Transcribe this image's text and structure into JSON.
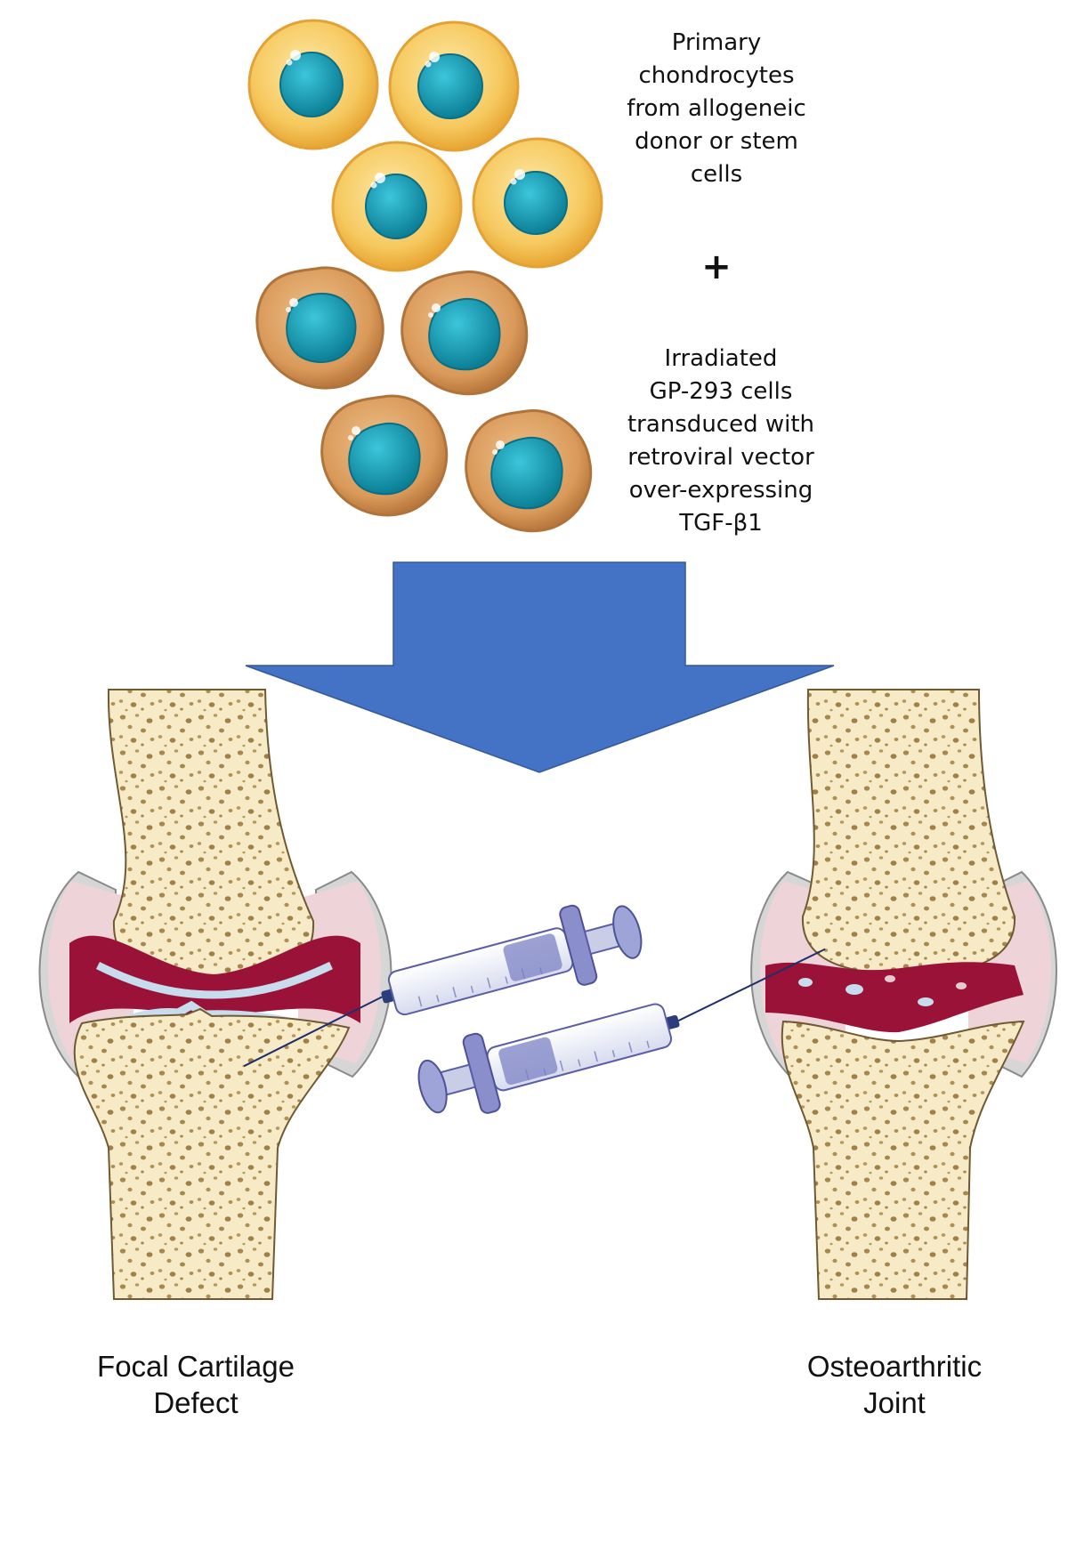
{
  "labels": {
    "chondrocytes": [
      "Primary",
      "chondrocytes",
      "from allogeneic",
      "donor or stem",
      "cells"
    ],
    "plus": "+",
    "gp293": [
      "Irradiated",
      "GP-293 cells",
      "transduced with",
      "retroviral vector",
      "over-expressing",
      "TGF-β1"
    ],
    "focal_defect": [
      "Focal Cartilage",
      "Defect"
    ],
    "osteoarthritic": [
      "Osteoarthritic",
      "Joint"
    ]
  },
  "colors": {
    "chondrocyte_cytoplasm": "#f4c35a",
    "chondrocyte_rim": "#e9a93a",
    "nucleus": "#1aa6bf",
    "nucleus_dark": "#0f7f95",
    "gp293_cytoplasm": "#dca468",
    "gp293_rim": "#b9793d",
    "arrow": "#4472c4",
    "bone": "#f6ebc6",
    "bone_pore": "#a8874f",
    "synovium": "#e8cdd3",
    "capsule": "#c9c9c9",
    "joint_fluid": "#9a1238",
    "cartilage": "#c7dced",
    "syringe_barrel": "#f2f4fa",
    "syringe_plunger": "#5b5ea6"
  },
  "icons": {
    "chondrocyte": "chondrocyte-cell-icon",
    "gp293": "gp293-cell-icon",
    "arrow": "down-arrow-icon",
    "joint": "knee-joint-icon",
    "syringe": "syringe-icon"
  }
}
